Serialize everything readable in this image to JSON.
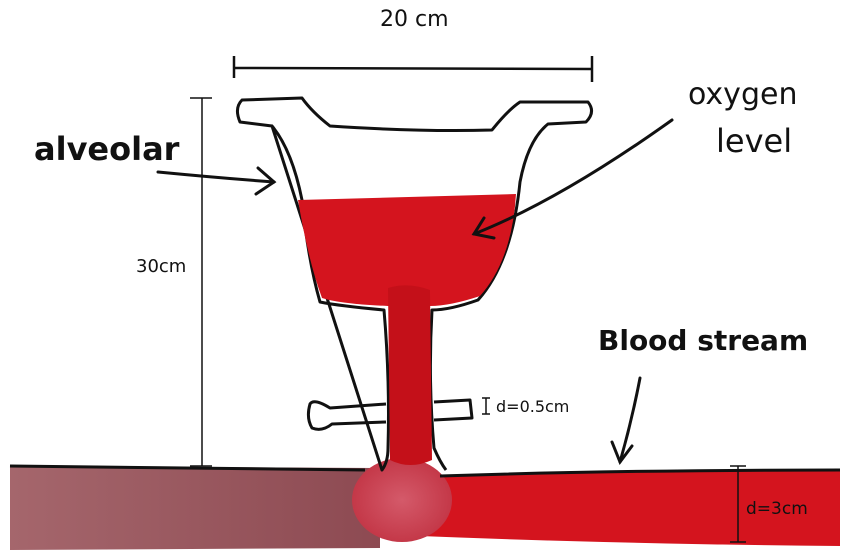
{
  "labels": {
    "width": "20 cm",
    "alveolar": "alveolar",
    "oxygen_line1": "oxygen",
    "oxygen_line2": "level",
    "height": "30cm",
    "blood_stream": "Blood stream",
    "neck_diameter": "d=0.5cm",
    "vessel_diameter": "d=3cm"
  },
  "colors": {
    "blood": "#d4141e",
    "blood_dark": "#c41019",
    "deoxygenated": "#9a5a60",
    "outline": "#111111",
    "background": "#ffffff"
  }
}
